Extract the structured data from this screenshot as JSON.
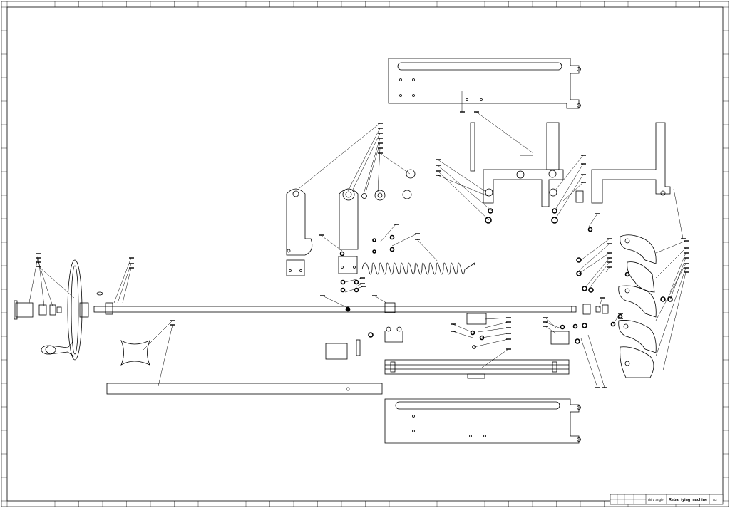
{
  "title_block": {
    "projection": "Third angle",
    "drawing_title": "Rebar tying machine",
    "sheet_size": "A3"
  },
  "colors": {
    "line": "#000000",
    "background": "#ffffff"
  }
}
